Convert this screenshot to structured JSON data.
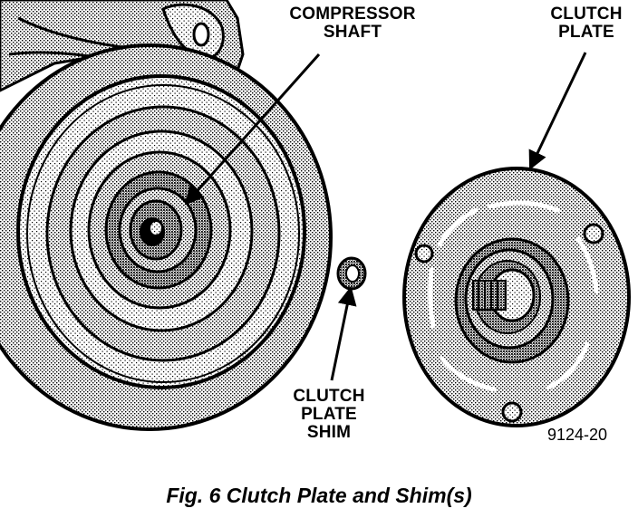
{
  "labels": {
    "compressor_shaft": [
      "COMPRESSOR",
      "SHAFT"
    ],
    "clutch_plate": [
      "CLUTCH",
      "PLATE"
    ],
    "clutch_plate_shim": [
      "CLUTCH",
      "PLATE",
      "SHIM"
    ]
  },
  "figure_code": "9124-20",
  "caption": "Fig. 6 Clutch Plate and Shim(s)"
}
